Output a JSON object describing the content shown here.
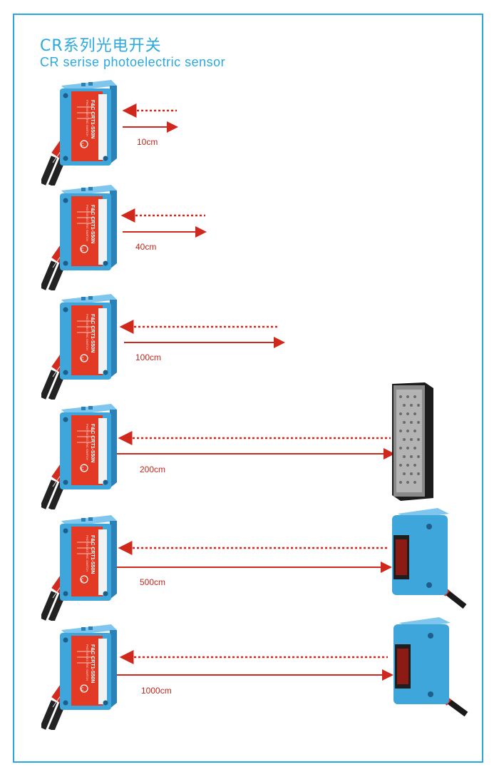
{
  "header": {
    "title_cn": "CR系列光电开关",
    "title_en": "CR serise photoelectric sensor"
  },
  "sensor": {
    "brand": "F&C",
    "model": "CRT1-S50N",
    "subtitle": "PHOTOELECTRIC SWITCH",
    "ce_mark": "CE"
  },
  "rows": [
    {
      "distance": "10cm",
      "target": "none"
    },
    {
      "distance": "40cm",
      "target": "none"
    },
    {
      "distance": "100cm",
      "target": "none"
    },
    {
      "distance": "200cm",
      "target": "reflector"
    },
    {
      "distance": "500cm",
      "target": "receiver-sensor"
    },
    {
      "distance": "1000cm",
      "target": "receiver-sensor"
    }
  ],
  "colors": {
    "accent": "#2aa9e0",
    "beam": "#d0281c",
    "sensor_body": "#3fa6dc",
    "label_red": "#e23a24"
  }
}
